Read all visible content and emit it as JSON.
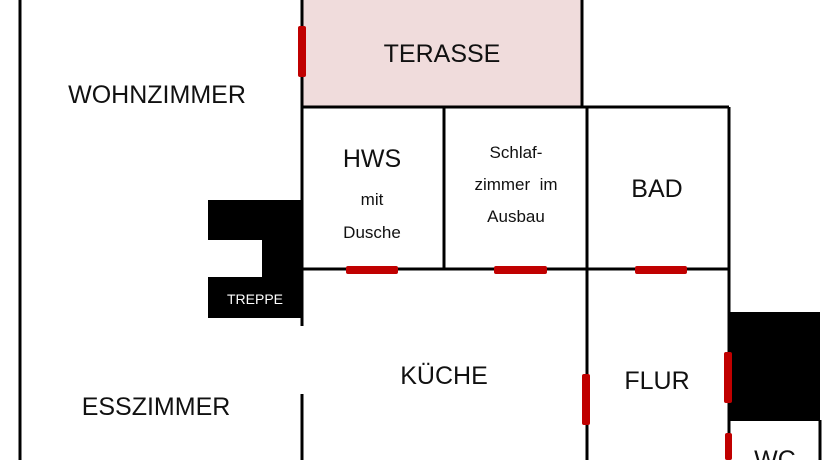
{
  "title": "Floor plan",
  "colors": {
    "wall": "#000000",
    "door": "#c00000",
    "terrace": "#f0dcdc"
  },
  "rooms": {
    "wohnzimmer": "WOHNZIMMER",
    "esszimmer": "ESSZIMMER",
    "terasse": "TERASSE",
    "hws": "HWS",
    "hws_sub1": "mit",
    "hws_sub2": "Dusche",
    "schlaf1": "Schlaf-",
    "schlaf2": "zimmer  im",
    "schlaf3": "Ausbau",
    "bad": "BAD",
    "kueche": "KÜCHE",
    "flur": "FLUR",
    "wc": "WC",
    "treppe": "TREPPE"
  }
}
